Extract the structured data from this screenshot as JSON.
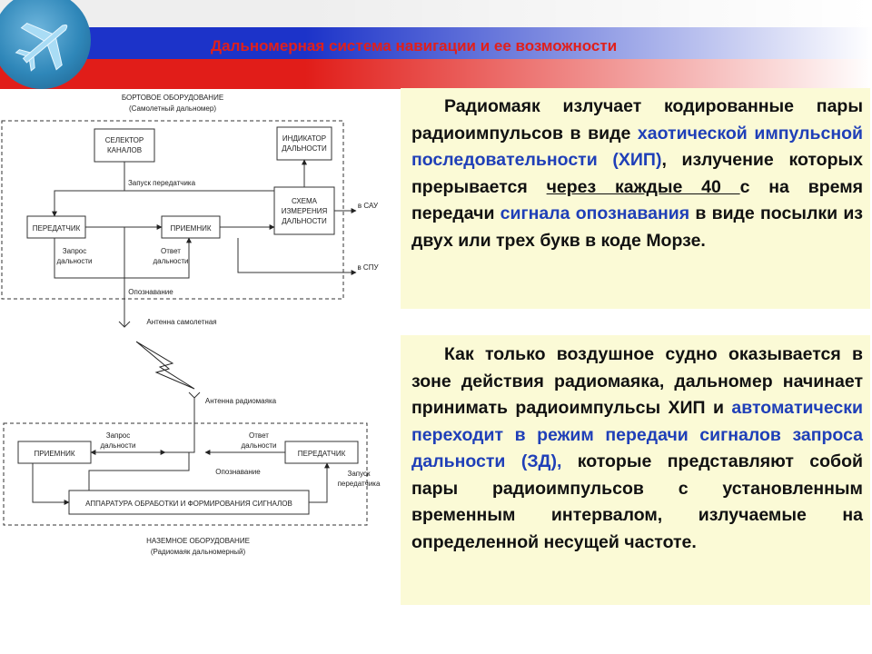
{
  "slide": {
    "title": "Дальномерная система навигации и ее возможности",
    "colors": {
      "title": "#e0201c",
      "highlight": "#1f3fb8",
      "panel": "#fbfad6"
    }
  },
  "diagram": {
    "onboard_title": "БОРТОВОЕ ОБОРУДОВАНИЕ",
    "onboard_subtitle": "(Самолетный дальномер)",
    "selector_line1": "СЕЛЕКТОР",
    "selector_line2": "КАНАЛОВ",
    "indicator_line1": "ИНДИКАТОР",
    "indicator_line2": "ДАЛЬНОСТИ",
    "tx_start": "Запуск передатчика",
    "transmitter": "ПЕРЕДАТЧИК",
    "receiver": "ПРИЕМНИК",
    "scheme_line1": "СХЕМА",
    "scheme_line2": "ИЗМЕРЕНИЯ",
    "scheme_line3": "ДАЛЬНОСТИ",
    "to_sau": "в САУ",
    "to_spu": "в СПУ",
    "request_line1": "Запрос",
    "request_line2": "дальности",
    "answer_line1": "Ответ",
    "answer_line2": "дальности",
    "identification": "Опознавание",
    "aircraft_antenna": "Антенна самолетная",
    "beacon_antenna": "Антенна радиомаяка",
    "g_request_line1": "Запрос",
    "g_request_line2": "дальности",
    "g_answer_line1": "Ответ",
    "g_answer_line2": "дальности",
    "g_receiver": "ПРИЕМНИК",
    "g_transmitter": "ПЕРЕДАТЧИК",
    "g_identification": "Опознавание",
    "g_tx_start_line1": "Запуск",
    "g_tx_start_line2": "передатчика",
    "processing": "АППАРАТУРА ОБРАБОТКИ И ФОРМИРОВАНИЯ СИГНАЛОВ",
    "ground_title": "НАЗЕМНОЕ ОБОРУДОВАНИЕ",
    "ground_subtitle": "(Радиомаяк дальномерный)"
  },
  "panel1": {
    "t1": "Радиомаяк излучает кодированные пары радиоимпульсов в виде ",
    "t2": "хаотической импульсной последовательности (ХИП)",
    "t3": ", излучение которых прерывается ",
    "t4": "через каждые 40 ",
    "t5": "с на время передачи ",
    "t6": "сигнала опознавания",
    "t7": " в виде посылки из двух или трех букв в коде Морзе."
  },
  "panel2": {
    "t1": "Как только воздушное судно оказывается в зоне действия радиомаяка, дальномер начинает принимать радиоимпульсы ХИП и ",
    "t2": "автоматически переходит в режим передачи сигналов запроса дальности (ЗД),",
    "t3": " которые представляют собой пары радиоимпульсов с установленным временным интервалом, излучаемые на определенной несущей частоте."
  }
}
